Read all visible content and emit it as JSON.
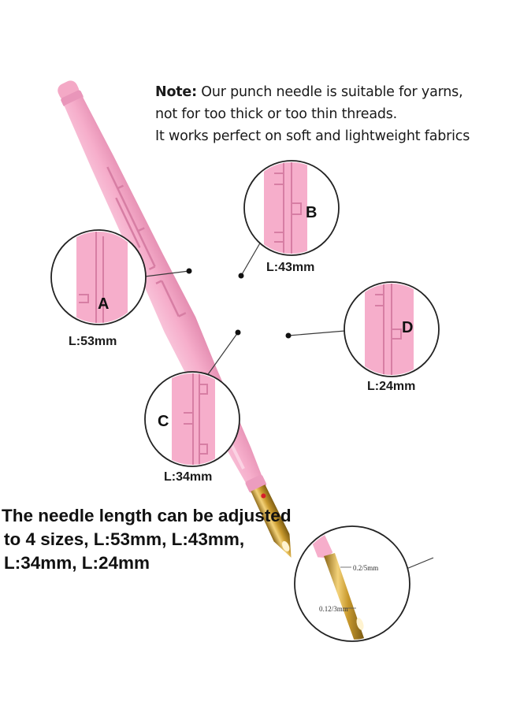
{
  "note": {
    "label": "Note:",
    "line1_rest": "Our punch needle is suitable for yarns,",
    "line2": "not for too thick or too thin threads.",
    "line3": "It works perfect on soft and lightweight fabrics"
  },
  "callouts": [
    {
      "letter": "A",
      "length": "L:53mm"
    },
    {
      "letter": "B",
      "length": "L:43mm"
    },
    {
      "letter": "C",
      "length": "L:34mm"
    },
    {
      "letter": "D",
      "length": "L:24mm"
    }
  ],
  "tip_detail": {
    "upper_size": "0.2/5mm",
    "lower_size": "0.12/3mm"
  },
  "caption": {
    "line1": "The needle length can be adjusted",
    "line2": "to 4 sizes, L:53mm, L:43mm,",
    "line3": "L:34mm, L:24mm"
  },
  "colors": {
    "body_pink": "#f6aecb",
    "body_shadow": "#e58fb3",
    "needle_gold": "#d8a93a"
  }
}
